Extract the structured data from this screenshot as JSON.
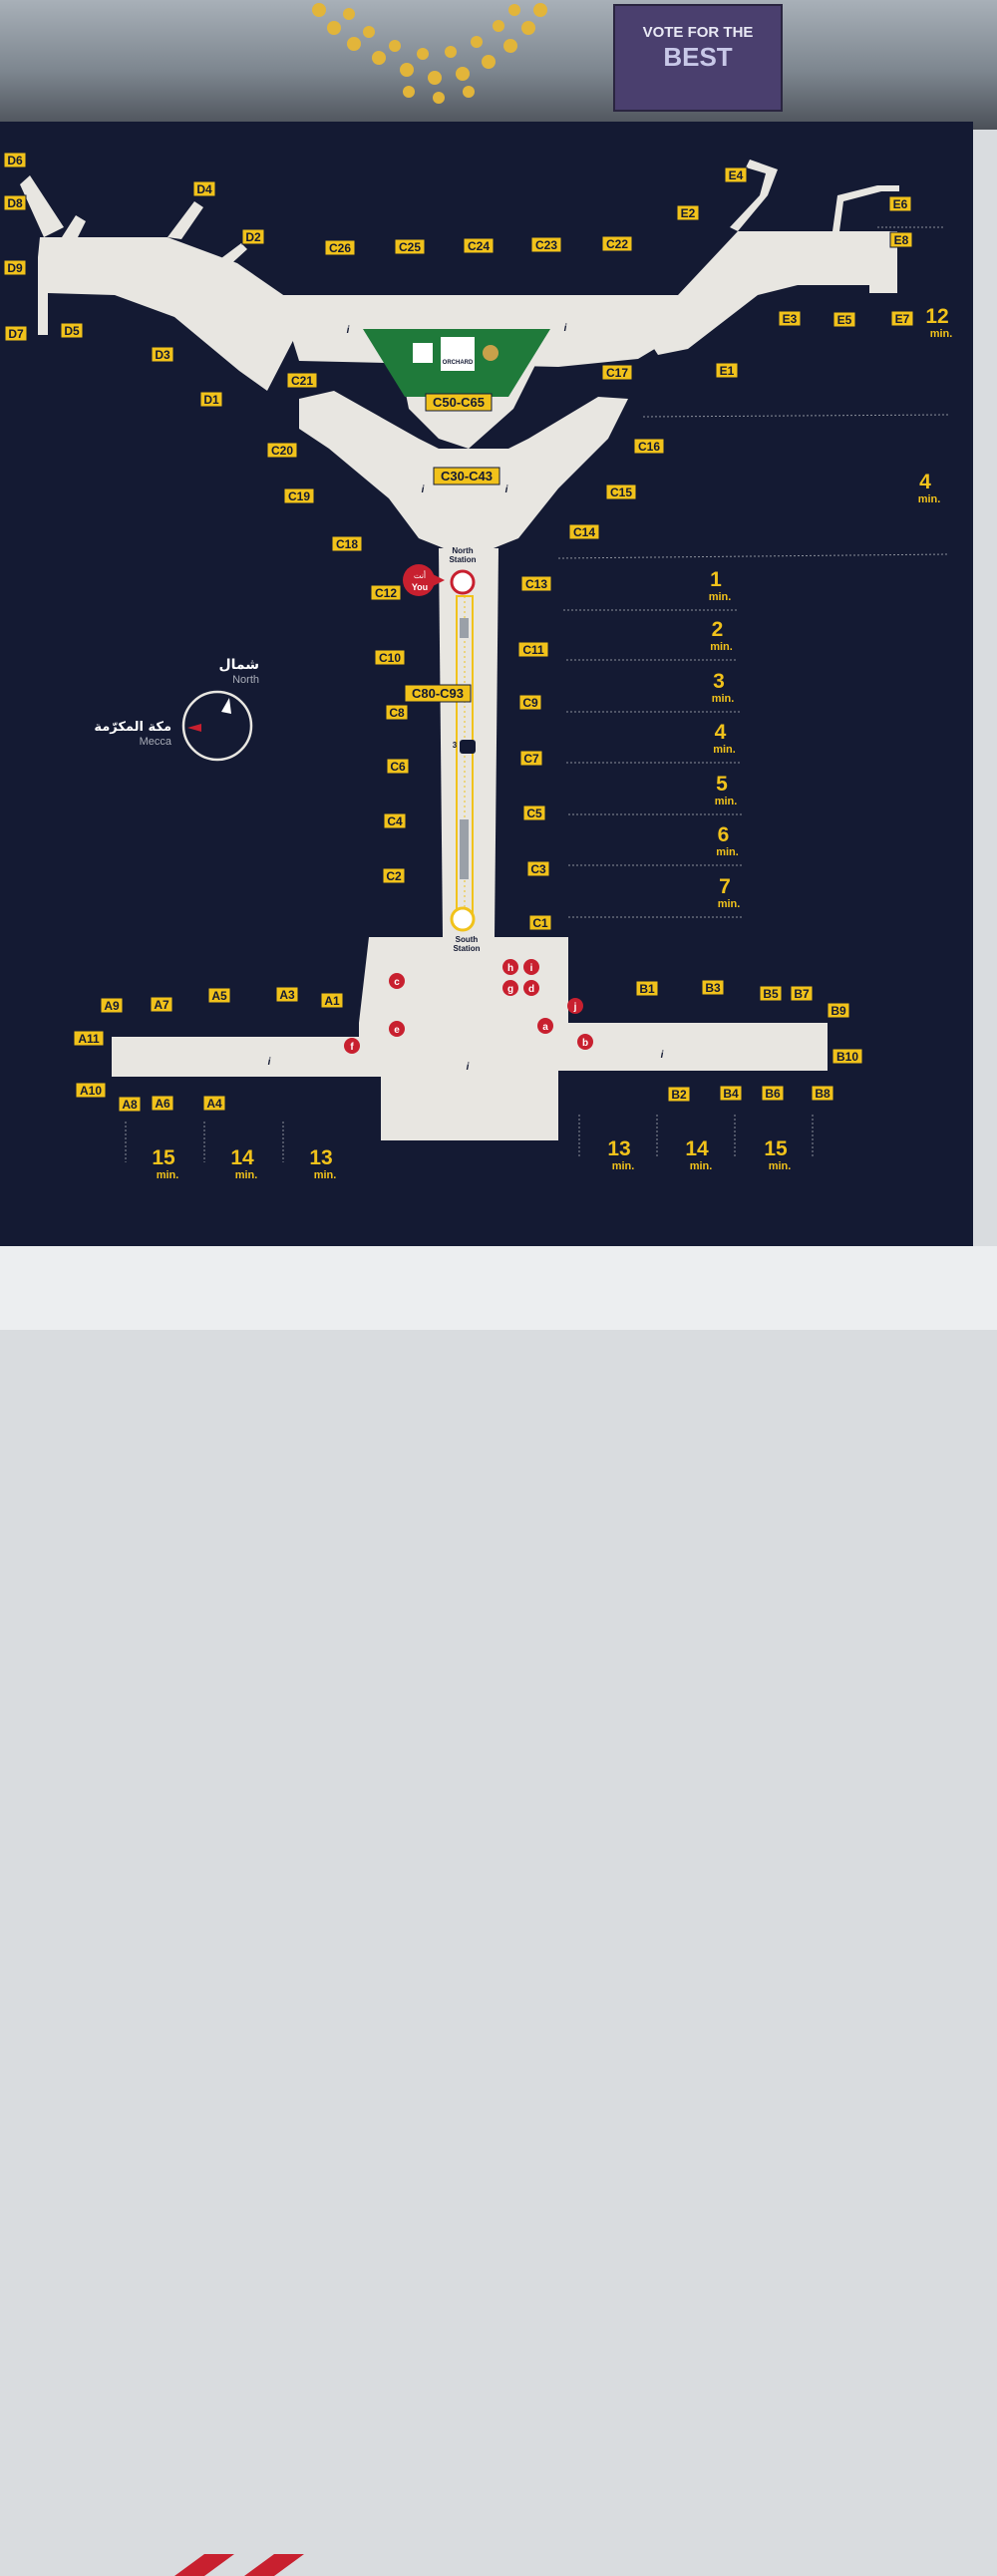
{
  "mall_sign": {
    "line1": "VOTE FOR THE",
    "line2": "BEST"
  },
  "gates": {
    "d": [
      "D6",
      "D8",
      "D9",
      "D7",
      "D5",
      "D4",
      "D2",
      "D3",
      "D1"
    ],
    "c": [
      "C26",
      "C25",
      "C24",
      "C23",
      "C22",
      "C21",
      "C17",
      "C20",
      "C16",
      "C19",
      "C15",
      "C18",
      "C14",
      "C13",
      "C12",
      "C11",
      "C10",
      "C9",
      "C8",
      "C7",
      "C6",
      "C5",
      "C4",
      "C3",
      "C2",
      "C1"
    ],
    "e": [
      "E4",
      "E2",
      "E6",
      "E8",
      "E3",
      "E5",
      "E7",
      "E1"
    ],
    "a": [
      "A9",
      "A7",
      "A5",
      "A3",
      "A1",
      "A11",
      "A10",
      "A8",
      "A6",
      "A4"
    ],
    "b": [
      "B1",
      "B3",
      "B5",
      "B7",
      "B9",
      "B10",
      "B2",
      "B4",
      "B6",
      "B8"
    ]
  },
  "gate_ranges": {
    "upper": "C50-C65",
    "middle": "C30-C43",
    "lower": "C80-C93"
  },
  "stations": {
    "north": [
      "North",
      "Station"
    ],
    "south": [
      "South",
      "Station"
    ]
  },
  "train_minutes": "3",
  "you_are_here": {
    "arabic": "أنت",
    "english": "You"
  },
  "compass": {
    "north_ar": "شمال",
    "north_en": "North",
    "mecca_ar": "مكة المكرّمة",
    "mecca_en": "Mecca"
  },
  "walk_minutes_unit": "min.",
  "walk_minutes": {
    "e_concourse": "12",
    "c_upper": "4",
    "c_pier": [
      "1",
      "2",
      "3",
      "4",
      "5",
      "6",
      "7"
    ],
    "a_wing": [
      "15",
      "14",
      "13"
    ],
    "b_wing": [
      "13",
      "14",
      "15"
    ]
  },
  "zone_letters": [
    "h",
    "i",
    "g",
    "d",
    "c",
    "e",
    "f",
    "a",
    "b",
    "j"
  ],
  "info_mark": "i",
  "orchard_label": [
    "ORCHARD"
  ],
  "colors": {
    "board": "#141a33",
    "floor": "#e8e6e1",
    "gate_yellow": "#f1c21b",
    "green_zone": "#1f7a3a",
    "accent_red": "#c8202f"
  },
  "icons": [
    "toilet-icon",
    "prayer-room-icon",
    "restaurant-icon",
    "cafe-icon",
    "escalator-icon",
    "info-icon",
    "monorail-icon",
    "lounge-icon"
  ]
}
